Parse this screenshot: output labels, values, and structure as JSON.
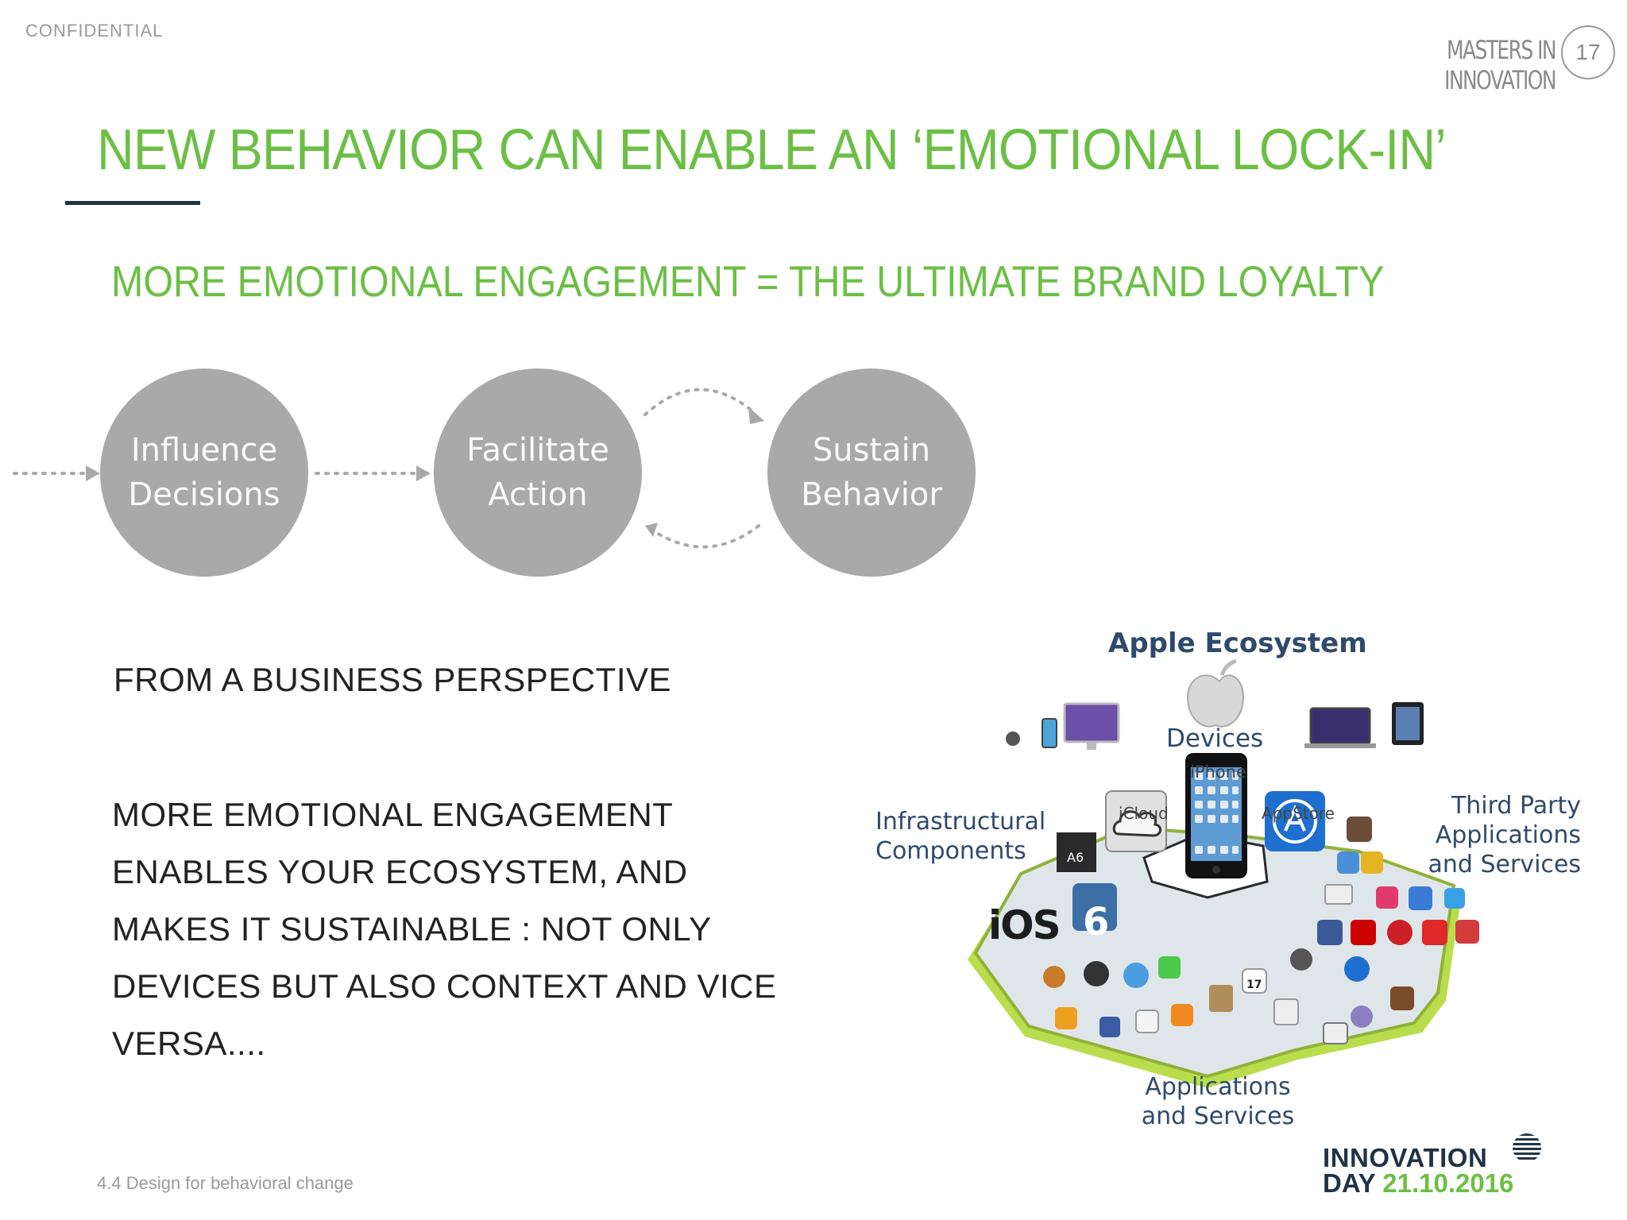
{
  "header": {
    "confidential": "CONFIDENTIAL",
    "program": "MASTERS IN INNOVATION",
    "page_number": "17"
  },
  "title": "NEW BEHAVIOR CAN ENABLE AN ‘EMOTIONAL LOCK-IN’",
  "subtitle": "MORE EMOTIONAL ENGAGEMENT = THE ULTIMATE BRAND LOYALTY",
  "flow": {
    "steps": [
      {
        "line1": "Influence",
        "line2": "Decisions"
      },
      {
        "line1": "Facilitate",
        "line2": "Action"
      },
      {
        "line1": "Sustain",
        "line2": "Behavior"
      }
    ]
  },
  "business": {
    "heading": "FROM A BUSINESS PERSPECTIVE",
    "lines": [
      "MORE EMOTIONAL ENGAGEMENT",
      "ENABLES YOUR ECOSYSTEM, AND",
      "MAKES IT SUSTAINABLE : NOT ONLY",
      "DEVICES BUT ALSO CONTEXT AND VICE",
      "VERSA...."
    ]
  },
  "ecosystem": {
    "title": "Apple Ecosystem",
    "devices": "Devices",
    "iphone": "iPhone",
    "icloud": "iCloud",
    "appstore": "AppStore",
    "a6": "A6",
    "ios": "iOS",
    "ios_version": "6",
    "calendar_day": "17",
    "infrastructure": [
      "Infrastructural",
      "Components"
    ],
    "third_party": [
      "Third Party",
      "Applications",
      "and Services"
    ],
    "applications": [
      "Applications",
      "and Services"
    ]
  },
  "footer": "4.4 Design for behavioral change",
  "logo": {
    "line1": "INNOVATION",
    "line2": "DAY",
    "date": "21.10.2016"
  },
  "colors": {
    "accent_green": "#6cbf45",
    "navy": "#1f3345",
    "circle_gray": "#a9a9a9",
    "ecosystem_blue": "#2e4a6b"
  }
}
